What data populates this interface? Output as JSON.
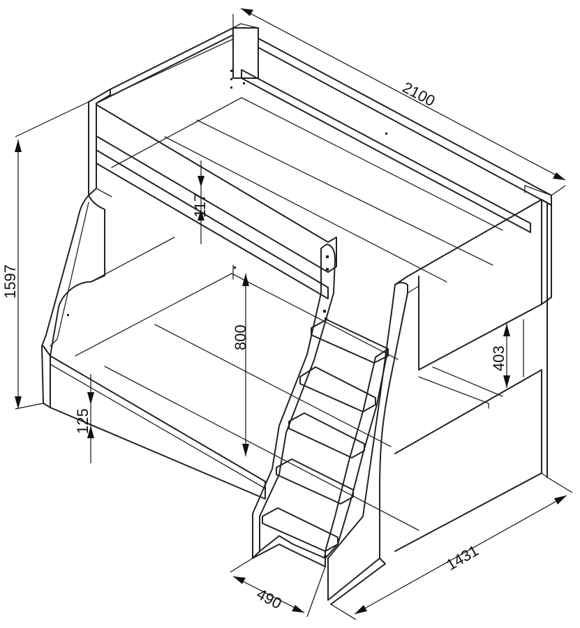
{
  "dimensions": {
    "length": "2100",
    "height": "1597",
    "width": "1431",
    "ladder_depth": "490",
    "top_rail_gap": "117",
    "bunk_clearance": "800",
    "lower_rail_height": "403",
    "base_height": "125"
  },
  "colors": {
    "line": "#222222",
    "background": "#ffffff"
  }
}
